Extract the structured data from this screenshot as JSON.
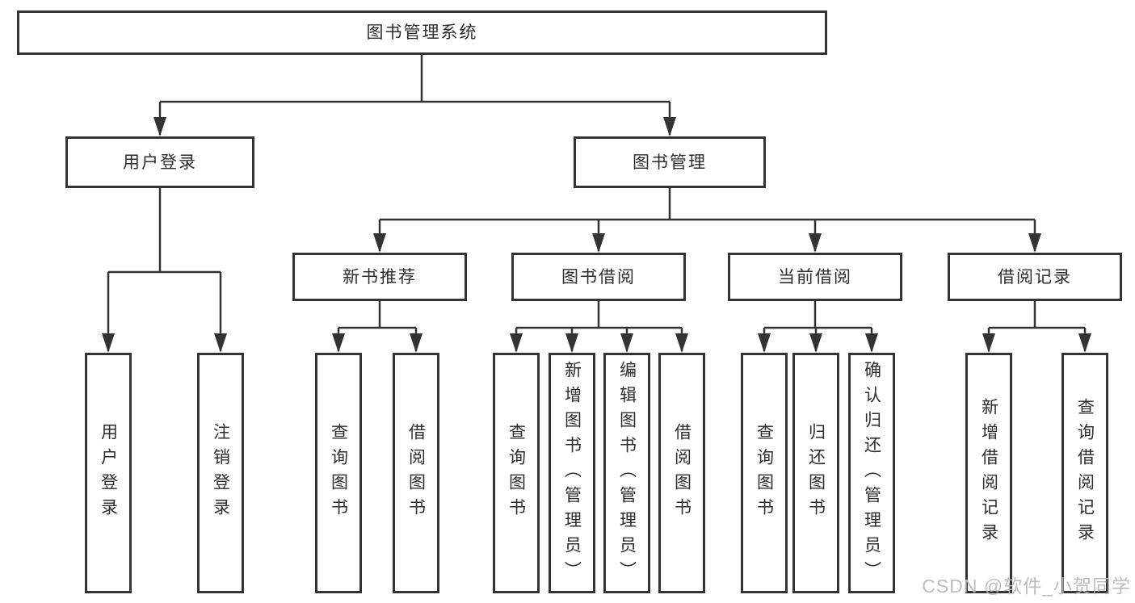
{
  "diagram": {
    "type": "hierarchy-chart",
    "colors": {
      "background": "#ffffff",
      "line": "#333333",
      "box_border": "#333333",
      "box_fill": "#ffffff",
      "text": "#2d2d2d",
      "watermark": "#b9b9b9"
    },
    "nodes": {
      "root": "图书管理系统",
      "l2_user_login": "用户登录",
      "l2_book_management": "图书管理",
      "l3_new_book_recommend": "新书推荐",
      "l3_book_borrowing": "图书借阅",
      "l3_current_borrowing": "当前借阅",
      "l3_borrowing_records": "借阅记录",
      "leaf_user_login": "用户登录",
      "leaf_logout": "注销登录",
      "leaf_rec_query_books": "查询图书",
      "leaf_rec_borrow_books": "借阅图书",
      "leaf_bor_query_books": "查询图书",
      "leaf_bor_add_books_admin": "新增图书（管理员）",
      "leaf_bor_edit_books_admin": "编辑图书（管理员）",
      "leaf_bor_borrow_books": "借阅图书",
      "leaf_cur_query_books": "查询图书",
      "leaf_cur_return_books": "归还图书",
      "leaf_cur_confirm_return_admin": "确认归还（管理员）",
      "leaf_rec_add_borrow_record": "新增借阅记录",
      "leaf_rec_query_borrow_record": "查询借阅记录"
    },
    "watermark": "CSDN @软件_小贺同学"
  }
}
